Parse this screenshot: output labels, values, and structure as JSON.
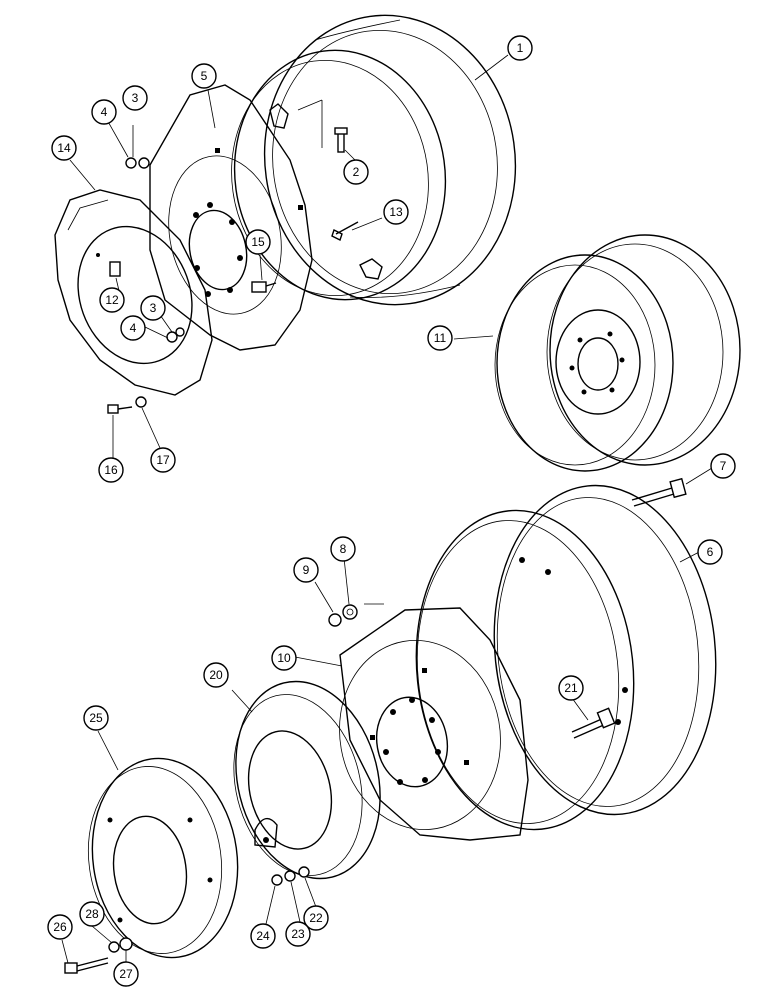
{
  "callouts": {
    "c1": "1",
    "c2": "2",
    "c3a": "3",
    "c3b": "3",
    "c4a": "4",
    "c4b": "4",
    "c5": "5",
    "c6": "6",
    "c7": "7",
    "c8": "8",
    "c9": "9",
    "c10": "10",
    "c11": "11",
    "c12": "12",
    "c13": "13",
    "c14": "14",
    "c15": "15",
    "c16": "16",
    "c17": "17",
    "c20": "20",
    "c21": "21",
    "c22": "22",
    "c23": "23",
    "c24": "24",
    "c25": "25",
    "c26": "26",
    "c27": "27",
    "c28": "28"
  }
}
